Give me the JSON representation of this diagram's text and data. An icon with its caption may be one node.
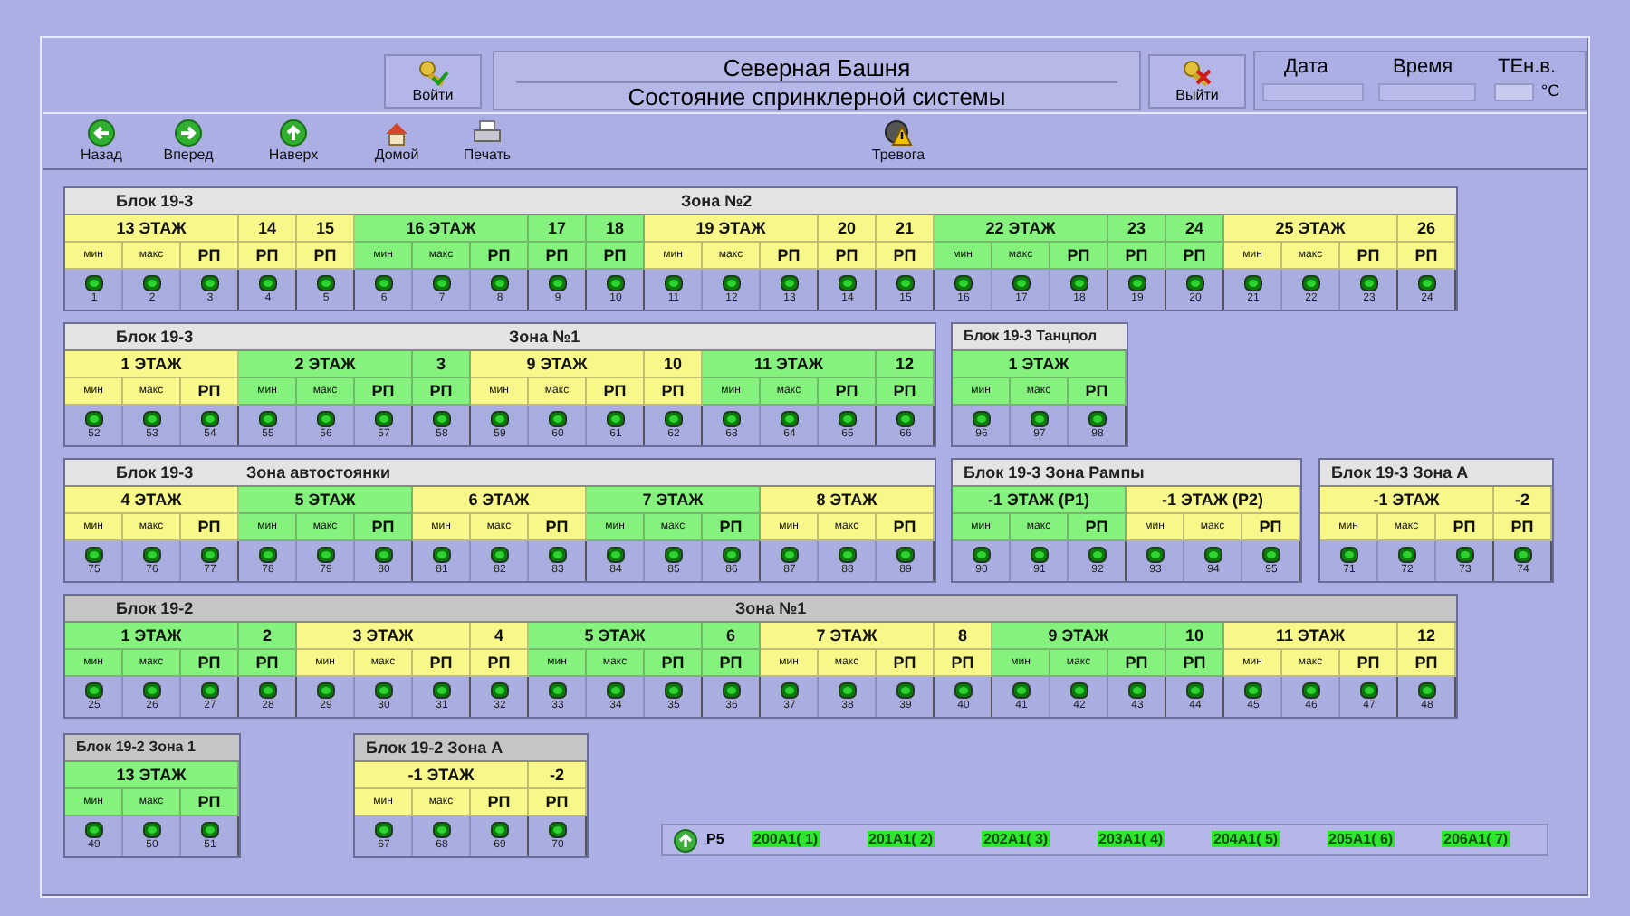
{
  "diagram": {
    "nodes": [
      {
        "text": [
          "Блок 19-3",
          "Зона №2",
          "13 ЭТАЖ",
          "14",
          "15",
          "16 ЭТАЖ",
          "17",
          "18",
          "19 ЭТАЖ",
          "20",
          "21",
          "22 ЭТАЖ",
          "23",
          "24",
          "25 ЭТАЖ",
          "26",
          "мин",
          "макс",
          "РП",
          "РП",
          "РП",
          "мин",
          "макс",
          "РП",
          "РП",
          "РП",
          "мин",
          "макс",
          "РП",
          "РП",
          "РП",
          "мин",
          "макс",
          "РП",
          "РП",
          "РП",
          "мин",
          "макс",
          "РП",
          "РП",
          "1",
          "2",
          "3",
          "4",
          "5",
          "6",
          "7",
          "8",
          "9",
          "10",
          "11",
          "12",
          "13",
          "14",
          "15",
          "16",
          "17",
          "18",
          "19",
          "20",
          "21",
          "22",
          "23",
          "24"
        ]
      },
      {
        "text": [
          "Блок 19-3",
          "Зона №1",
          "1 ЭТАЖ",
          "2 ЭТАЖ",
          "3",
          "9 ЭТАЖ",
          "10",
          "11 ЭТАЖ",
          "12",
          "мин",
          "макс",
          "РП",
          "мин",
          "макс",
          "РП",
          "РП",
          "мин",
          "макс",
          "РП",
          "РП",
          "мин",
          "макс",
          "РП",
          "РП",
          "52",
          "53",
          "54",
          "55",
          "56",
          "57",
          "58",
          "59",
          "60",
          "61",
          "62",
          "63",
          "64",
          "65",
          "66"
        ]
      },
      {
        "text": [
          "Блок 19-3  Танцпол",
          "1 ЭТАЖ",
          "мин",
          "макс",
          "РП",
          "96",
          "97",
          "98"
        ]
      },
      {
        "text": [
          "Блок 19-3",
          "Зона автостоянки",
          "4 ЭТАЖ",
          "5 ЭТАЖ",
          "6 ЭТАЖ",
          "7 ЭТАЖ",
          "8 ЭТАЖ",
          "мин",
          "макс",
          "РП",
          "мин",
          "макс",
          "РП",
          "мин",
          "макс",
          "РП",
          "мин",
          "макс",
          "РП",
          "мин",
          "макс",
          "РП",
          "75",
          "76",
          "77",
          "78",
          "79",
          "80",
          "81",
          "82",
          "83",
          "84",
          "85",
          "86",
          "87",
          "88",
          "89"
        ]
      },
      {
        "text": [
          "Блок 19-3  Зона Рампы",
          "-1 ЭТАЖ (Р1)",
          "-1 ЭТАЖ (Р2)",
          "мин",
          "макс",
          "РП",
          "мин",
          "макс",
          "РП",
          "90",
          "91",
          "92",
          "93",
          "94",
          "95"
        ]
      },
      {
        "text": [
          "Блок 19-3  Зона А",
          "-1 ЭТАЖ",
          "-2",
          "мин",
          "макс",
          "РП",
          "РП",
          "71",
          "72",
          "73",
          "74"
        ]
      },
      {
        "text": [
          "Блок 19-2",
          "Зона №1",
          "1 ЭТАЖ",
          "2",
          "3 ЭТАЖ",
          "4",
          "5 ЭТАЖ",
          "6",
          "7 ЭТАЖ",
          "8",
          "9 ЭТАЖ",
          "10",
          "11 ЭТАЖ",
          "12",
          "мин",
          "макс",
          "РП",
          "РП",
          "мин",
          "макс",
          "РП",
          "РП",
          "мин",
          "макс",
          "РП",
          "РП",
          "мин",
          "макс",
          "РП",
          "РП",
          "мин",
          "макс",
          "РП",
          "РП",
          "мин",
          "макс",
          "РП",
          "РП",
          "25",
          "26",
          "27",
          "28",
          "29",
          "30",
          "31",
          "32",
          "33",
          "34",
          "35",
          "36",
          "37",
          "38",
          "39",
          "40",
          "41",
          "42",
          "43",
          "44",
          "45",
          "46",
          "47",
          "48"
        ]
      },
      {
        "text": [
          "Блок 19-2  Зона 1",
          "13 ЭТАЖ",
          "мин",
          "макс",
          "РП",
          "49",
          "50",
          "51"
        ]
      },
      {
        "text": [
          "Блок 19-2  Зона А",
          "-1 ЭТАЖ",
          "-2",
          "мин",
          "макс",
          "РП",
          "РП",
          "67",
          "68",
          "69",
          "70"
        ]
      },
      {
        "text": [
          "Р5",
          "200А1( 1)",
          "201А1( 2)",
          "202А1( 3)",
          "203А1( 4)",
          "204А1( 5)",
          "205А1( 6)",
          "206А1( 7)"
        ]
      }
    ],
    "labels": [
      "Войти",
      "Северная Башня",
      "Состояние спринклерной системы",
      "Выйти",
      "Дата",
      "Время",
      "ТЕн.в.",
      "°C",
      "Назад",
      "Вперед",
      "Наверх",
      "Домой",
      "Печать",
      "Тревога"
    ]
  }
}
